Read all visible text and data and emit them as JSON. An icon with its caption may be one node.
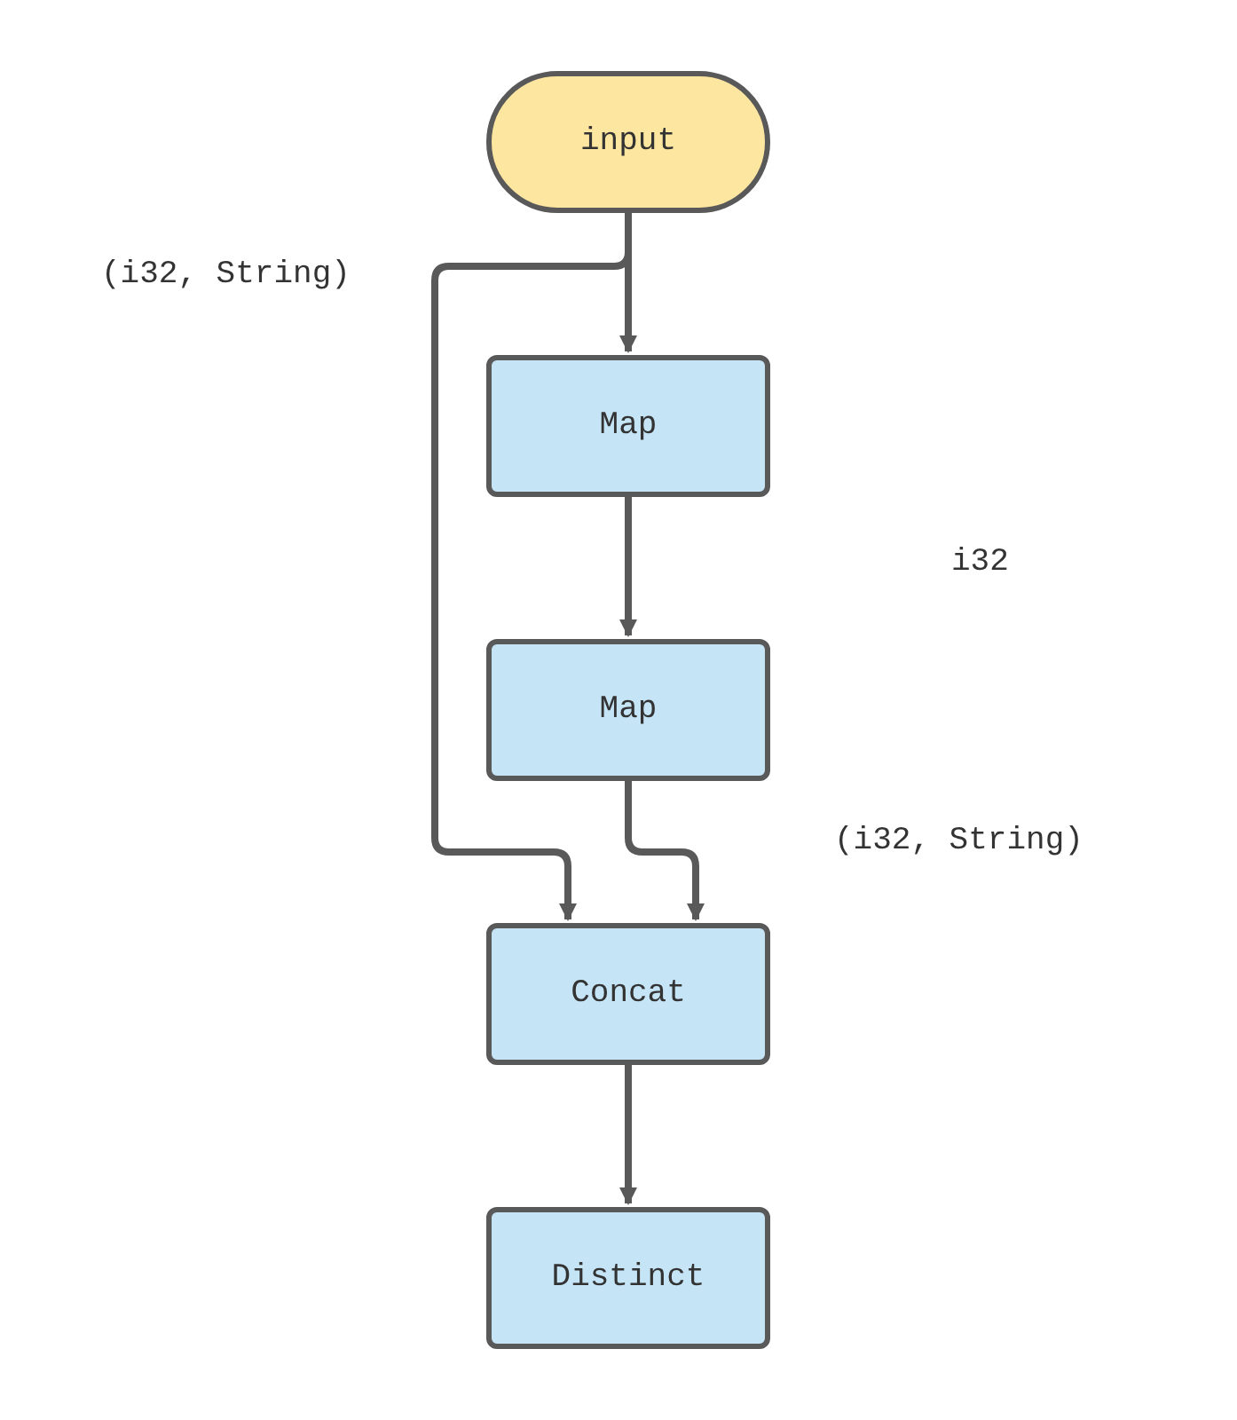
{
  "diagram": {
    "nodes": [
      {
        "text": [
          "input"
        ]
      },
      {
        "text": [
          "Map"
        ]
      },
      {
        "text": [
          "Map"
        ]
      },
      {
        "text": [
          "Concat"
        ]
      },
      {
        "text": [
          "Distinct"
        ]
      }
    ],
    "edges": [
      {
        "from": 0,
        "to": 1,
        "arrow": "to"
      },
      {
        "from": 0,
        "to": 3,
        "arrow": "to"
      },
      {
        "from": 1,
        "to": 2,
        "arrow": "to"
      },
      {
        "from": 2,
        "to": 3,
        "arrow": "to"
      },
      {
        "from": 3,
        "to": 4,
        "arrow": "to"
      }
    ],
    "labels": [
      "(i32, String)",
      "i32",
      "(i32, String)"
    ]
  }
}
